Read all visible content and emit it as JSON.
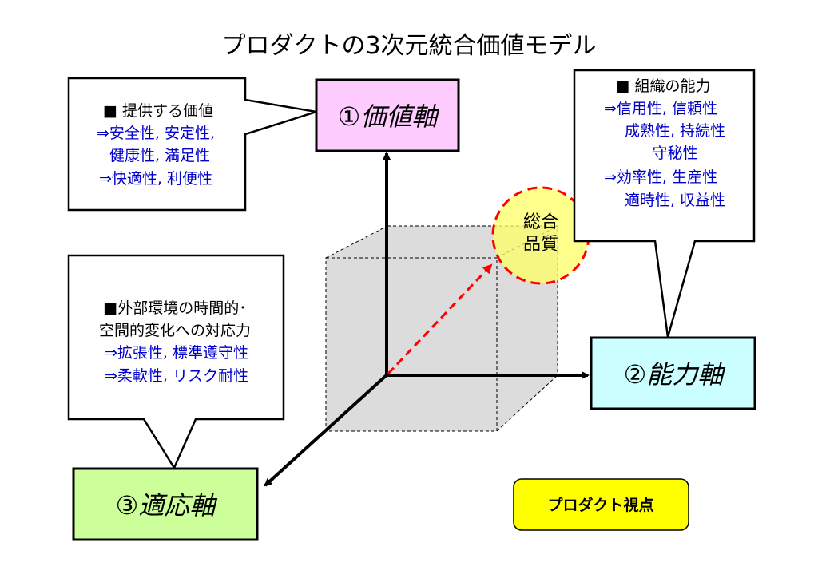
{
  "title": "プロダクトの3次元統合価値モデル",
  "axes": {
    "value": {
      "label": "①価値軸",
      "color": "#ffccff"
    },
    "capability": {
      "label": "②能力軸",
      "color": "#ccffff"
    },
    "adaptation": {
      "label": "③適応軸",
      "color": "#ccff99"
    }
  },
  "callout_value": {
    "heading": "■ 提供する価値",
    "lines": [
      "⇒安全性, 安定性,",
      "健康性, 満足性",
      "⇒快適性, 利便性"
    ]
  },
  "callout_capability": {
    "heading": "■ 組織の能力",
    "lines": [
      "⇒信用性, 信頼性",
      "成熟性, 持続性",
      "守秘性",
      "⇒効率性, 生産性",
      "適時性, 収益性"
    ]
  },
  "callout_adaptation": {
    "heading_lines": [
      "■外部環境の時間的･",
      "空間的変化への対応力"
    ],
    "lines": [
      "⇒拡張性, 標準遵守性",
      "⇒柔軟性, リスク耐性"
    ]
  },
  "total_quality": {
    "lines": [
      "総合",
      "品質"
    ]
  },
  "viewpoint_badge": {
    "label": "プロダクト視点",
    "color": "#ffff00"
  },
  "colors": {
    "text_blue": "#0000cc",
    "dashed_red": "#ff0000"
  }
}
